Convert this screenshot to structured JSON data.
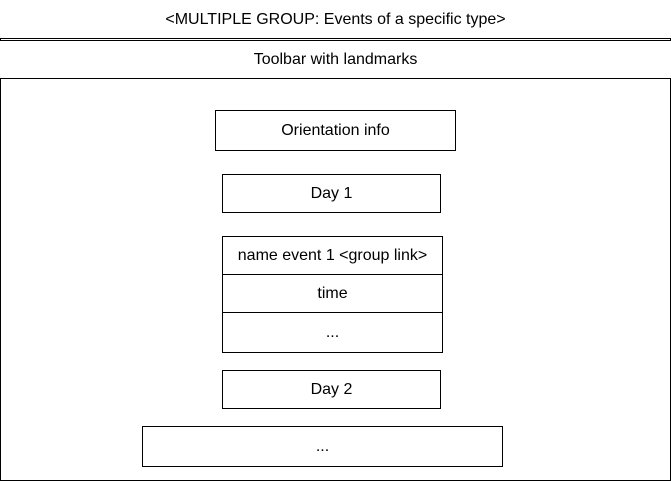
{
  "header": {
    "title": "<MULTIPLE GROUP: Events of a specific type>"
  },
  "toolbar": {
    "label": "Toolbar with landmarks"
  },
  "content": {
    "orientation": "Orientation info",
    "day1": "Day 1",
    "event": {
      "name": "name event 1 <group link>",
      "time": "time",
      "more": "..."
    },
    "day2": "Day 2",
    "more": "..."
  }
}
